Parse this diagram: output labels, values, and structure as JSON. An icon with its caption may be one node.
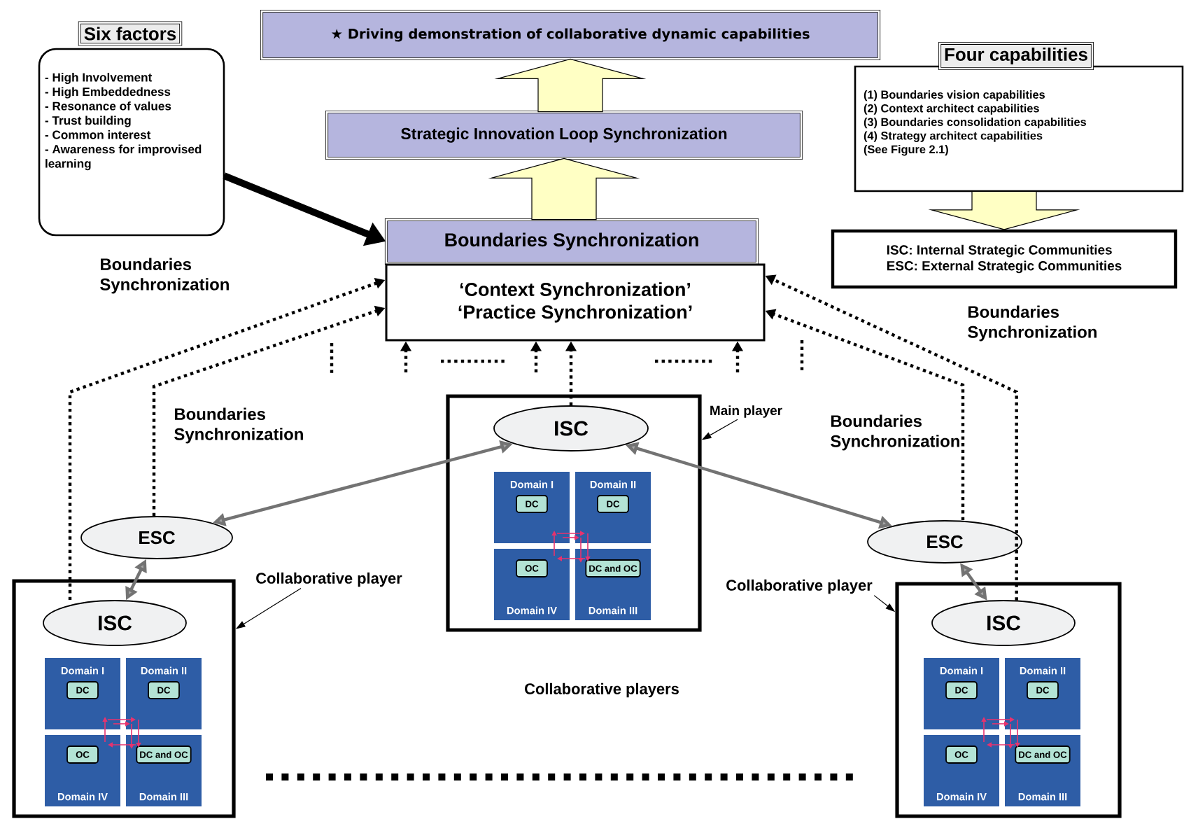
{
  "diagram": {
    "nodes": [
      {
        "text": [
          "Six factors",
          "- High Involvement",
          "- High Embeddedness",
          "- Resonance of values",
          "- Trust building",
          "- Common interest",
          "- Awareness for improvised learning"
        ]
      },
      {
        "text": [
          "★ Driving demonstration of collaborative dynamic capabilities"
        ]
      },
      {
        "text": [
          "Strategic Innovation Loop Synchronization"
        ]
      },
      {
        "text": [
          "Four capabilities",
          "(1) Boundaries vision capabilities",
          "(2) Context architect capabilities",
          "(3) Boundaries consolidation capabilities",
          "(4) Strategy architect capabilities",
          "(See Figure 2.1)"
        ]
      },
      {
        "text": [
          "Boundaries Synchronization"
        ]
      },
      {
        "text": [
          "‘Context Synchronization’",
          "‘Practice Synchronization’"
        ]
      },
      {
        "text": [
          "ISC: Internal Strategic Communities",
          "ESC: External Strategic Communities"
        ]
      },
      {
        "text": [],
        "shape": "box"
      },
      {
        "text": [
          "ISC"
        ],
        "in": 7
      },
      {
        "text": [
          "Domain I"
        ],
        "in": 7
      },
      {
        "text": [
          "DC"
        ],
        "in": 9
      },
      {
        "text": [
          "Domain II"
        ],
        "in": 7
      },
      {
        "text": [
          "DC"
        ],
        "in": 11
      },
      {
        "text": [
          "Domain IV"
        ],
        "in": 7
      },
      {
        "text": [
          "OC"
        ],
        "in": 13
      },
      {
        "text": [
          "Domain III"
        ],
        "in": 7
      },
      {
        "text": [
          "DC and OC"
        ],
        "in": 15
      },
      {
        "text": [
          "Main player"
        ]
      },
      {
        "text": [
          "ESC"
        ]
      },
      {
        "text": [
          "ESC"
        ]
      },
      {
        "text": [],
        "shape": "box"
      },
      {
        "text": [
          "ISC"
        ],
        "in": 20
      },
      {
        "text": [
          "Domain I"
        ],
        "in": 20
      },
      {
        "text": [
          "DC"
        ],
        "in": 22
      },
      {
        "text": [
          "Domain II"
        ],
        "in": 20
      },
      {
        "text": [
          "DC"
        ],
        "in": 24
      },
      {
        "text": [
          "Domain IV"
        ],
        "in": 20
      },
      {
        "text": [
          "OC"
        ],
        "in": 26
      },
      {
        "text": [
          "Domain III"
        ],
        "in": 20
      },
      {
        "text": [
          "DC and OC"
        ],
        "in": 28
      },
      {
        "text": [
          "Collaborative player"
        ]
      },
      {
        "text": [
          "Collaborative player"
        ]
      },
      {
        "text": [],
        "shape": "box"
      },
      {
        "text": [
          "ISC"
        ],
        "in": 32
      },
      {
        "text": [
          "Domain I"
        ],
        "in": 32
      },
      {
        "text": [
          "DC"
        ],
        "in": 34
      },
      {
        "text": [
          "Domain II"
        ],
        "in": 32
      },
      {
        "text": [
          "DC"
        ],
        "in": 36
      },
      {
        "text": [
          "Domain IV"
        ],
        "in": 32
      },
      {
        "text": [
          "OC"
        ],
        "in": 38
      },
      {
        "text": [
          "Domain III"
        ],
        "in": 32
      },
      {
        "text": [
          "DC and OC"
        ],
        "in": 40
      },
      {
        "text": [],
        "shape": "cycle",
        "in": 7
      },
      {
        "text": [],
        "shape": "cycle",
        "in": 20
      },
      {
        "text": [],
        "shape": "cycle",
        "in": 32
      }
    ],
    "edges": [
      {
        "from": 0,
        "to": 4,
        "arrow": "to",
        "style": "thick"
      },
      {
        "from": 4,
        "to": 2,
        "arrow": "to",
        "style": "thick",
        "color": "#ffffc4"
      },
      {
        "from": 2,
        "to": 1,
        "arrow": "to",
        "style": "thick",
        "color": "#ffffc4"
      },
      {
        "from": 3,
        "to": 6,
        "arrow": "to",
        "style": "thick",
        "color": "#ffffc4"
      },
      {
        "from": 21,
        "to": 5,
        "arrow": "to",
        "style": "dashed"
      },
      {
        "from": 18,
        "to": 5,
        "arrow": "to",
        "style": "dashed"
      },
      {
        "from": 8,
        "to": 5,
        "arrow": "to",
        "style": "dashed"
      },
      {
        "from": null,
        "to": 5,
        "arrow": "to",
        "style": "dashed"
      },
      {
        "from": null,
        "to": 5,
        "arrow": "to",
        "style": "dashed"
      },
      {
        "from": null,
        "to": 5,
        "arrow": "to",
        "style": "dashed"
      },
      {
        "from": 19,
        "to": 5,
        "arrow": "to",
        "style": "dashed"
      },
      {
        "from": 33,
        "to": 5,
        "arrow": "to",
        "style": "dashed"
      },
      {
        "from": 8,
        "to": 18,
        "arrow": "both",
        "color": "#737373"
      },
      {
        "from": 8,
        "to": 19,
        "arrow": "both",
        "color": "#737373"
      },
      {
        "from": 18,
        "to": 21,
        "arrow": "both",
        "color": "#737373"
      },
      {
        "from": 19,
        "to": 33,
        "arrow": "both",
        "color": "#737373"
      },
      {
        "from": 17,
        "to": 7,
        "arrow": "to"
      },
      {
        "from": 30,
        "to": 20,
        "arrow": "to"
      },
      {
        "from": 31,
        "to": 32,
        "arrow": "to"
      }
    ],
    "labels": [
      "Boundaries Synchronization",
      "Boundaries Synchronization",
      "Boundaries Synchronization",
      "Boundaries Synchronization",
      "Collaborative players"
    ]
  }
}
